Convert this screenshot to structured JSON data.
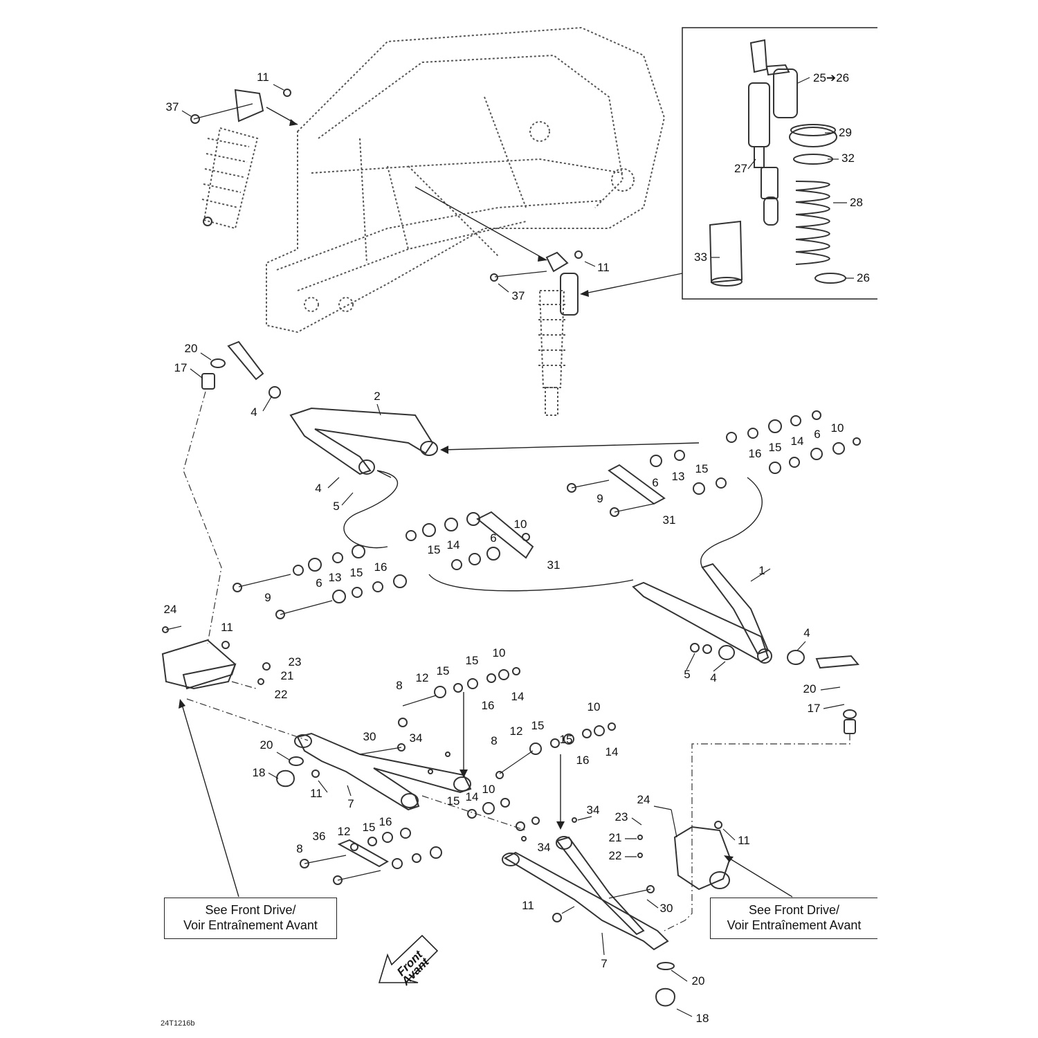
{
  "labels": {
    "l_11a": "11",
    "l_37a": "37",
    "l_11b": "11",
    "l_37b": "37",
    "l_25": "25➔26",
    "l_29": "29",
    "l_27": "27",
    "l_32": "32",
    "l_28": "28",
    "l_33": "33",
    "l_26": "26",
    "l_20a": "20",
    "l_17a": "17",
    "l_4a": "4",
    "l_2": "2",
    "l_4b": "4",
    "l_5a": "5",
    "l_10a": "10",
    "l_6a": "6",
    "l_14a": "14",
    "l_15a": "15",
    "l_16a": "16",
    "l_6b": "6",
    "l_13a": "13",
    "l_15b": "15",
    "l_9a": "9",
    "l_31a": "31",
    "l_10b": "10",
    "l_6c": "6",
    "l_14b": "14",
    "l_15c": "15",
    "l_16b": "16",
    "l_31b": "31",
    "l_6d": "6",
    "l_13b": "13",
    "l_15d": "15",
    "l_9b": "9",
    "l_1": "1",
    "l_24a": "24",
    "l_11c": "11",
    "l_23a": "23",
    "l_21a": "21",
    "l_22a": "22",
    "l_4c": "4",
    "l_5b": "5",
    "l_4d": "4",
    "l_20b": "20",
    "l_17b": "17",
    "l_15e": "15",
    "l_10c": "10",
    "l_12a": "12",
    "l_15f": "15",
    "l_8a": "8",
    "l_16c": "16",
    "l_14c": "14",
    "l_30a": "30",
    "l_34a": "34",
    "l_20c": "20",
    "l_18a": "18",
    "l_11d": "11",
    "l_7a": "7",
    "l_15g": "15",
    "l_10d": "10",
    "l_12b": "12",
    "l_15h": "15",
    "l_8b": "8",
    "l_16d": "16",
    "l_14d": "14",
    "l_10e": "10",
    "l_15i": "15",
    "l_14e": "14",
    "l_34b": "34",
    "l_24b": "24",
    "l_23b": "23",
    "l_21b": "21",
    "l_22b": "22",
    "l_11e": "11",
    "l_36": "36",
    "l_12c": "12",
    "l_15j": "15",
    "l_16e": "16",
    "l_8c": "8",
    "l_34c": "34",
    "l_11f": "11",
    "l_30b": "30",
    "l_7b": "7",
    "l_20d": "20",
    "l_18b": "18"
  },
  "notes": {
    "left_line1": "See Front Drive/",
    "left_line2": "Voir Entraînement Avant",
    "right_line1": "See Front Drive/",
    "right_line2": "Voir Entraînement Avant"
  },
  "direction": {
    "line1": "Front",
    "line2": "Avant"
  },
  "drawing_code": "24T1216b"
}
